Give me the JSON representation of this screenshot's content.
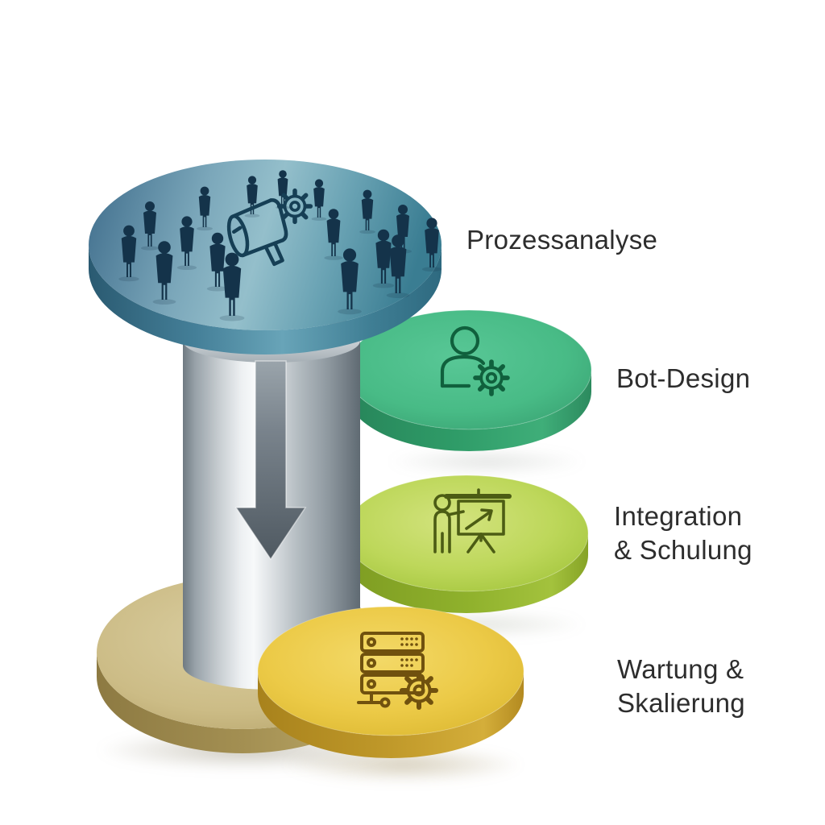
{
  "diagram": {
    "background_color": "#ffffff",
    "text_color": "#2d2d2d",
    "steps": [
      {
        "label": "Prozessanalyse",
        "icons": [
          "people-silhouettes-icon",
          "megaphone-gear-icon"
        ],
        "disc_color": "#7ba7ba",
        "rim_color": "#447f98",
        "icon_stroke": "#163f55"
      },
      {
        "label": "Bot-Design",
        "icons": [
          "user-gear-icon"
        ],
        "disc_color": "#48bb86",
        "rim_color": "#2f9c68",
        "icon_stroke": "#10603d"
      },
      {
        "label": "Integration & Schulung",
        "icons": [
          "presentation-chart-icon"
        ],
        "disc_color": "#bdd75a",
        "rim_color": "#8fb12c",
        "icon_stroke": "#4c5c14"
      },
      {
        "label": "Wartung & Skalierung",
        "icons": [
          "server-gear-icon"
        ],
        "disc_color": "#ecca47",
        "rim_color": "#c0992a",
        "icon_stroke": "#70510e"
      }
    ],
    "base_disc": {
      "disc_color": "#ccbc86",
      "rim_color": "#a38f52"
    },
    "column": {
      "color": "#c6ccd0",
      "arrow_icon": "flow-down-arrow-icon",
      "arrow_color": "#5d6771",
      "arrow_direction": "down"
    },
    "people_color": "#14334a"
  }
}
